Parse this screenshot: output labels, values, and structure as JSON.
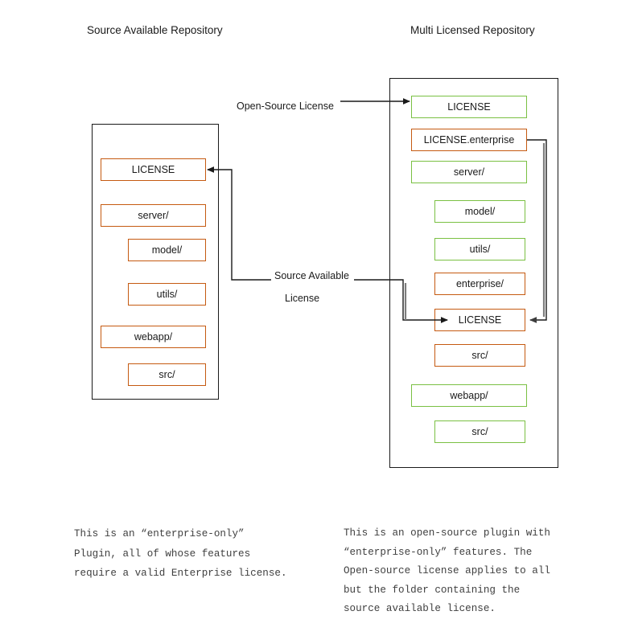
{
  "titles": {
    "left": "Source Available Repository",
    "right": "Multi Licensed Repository"
  },
  "colors": {
    "source_available": "#c55a11",
    "open_source": "#7ac043",
    "outline": "#1a1a1a",
    "text": "#1a1a1a",
    "caption": "#404040"
  },
  "left_repo": {
    "items": [
      {
        "label": "LICENSE",
        "color": "#c55a11",
        "indent": 0
      },
      {
        "label": "server/",
        "color": "#c55a11",
        "indent": 0
      },
      {
        "label": "model/",
        "color": "#c55a11",
        "indent": 1
      },
      {
        "label": "utils/",
        "color": "#c55a11",
        "indent": 1
      },
      {
        "label": "webapp/",
        "color": "#c55a11",
        "indent": 0
      },
      {
        "label": "src/",
        "color": "#c55a11",
        "indent": 1
      }
    ]
  },
  "right_repo": {
    "items": [
      {
        "label": "LICENSE",
        "color": "#7ac043",
        "indent": 0
      },
      {
        "label": "LICENSE.enterprise",
        "color": "#c55a11",
        "indent": 0
      },
      {
        "label": "server/",
        "color": "#7ac043",
        "indent": 0
      },
      {
        "label": "model/",
        "color": "#7ac043",
        "indent": 1
      },
      {
        "label": "utils/",
        "color": "#7ac043",
        "indent": 1
      },
      {
        "label": "enterprise/",
        "color": "#c55a11",
        "indent": 1
      },
      {
        "label": "LICENSE",
        "color": "#c55a11",
        "indent": 1
      },
      {
        "label": "src/",
        "color": "#c55a11",
        "indent": 1
      },
      {
        "label": "webapp/",
        "color": "#7ac043",
        "indent": 0
      },
      {
        "label": "src/",
        "color": "#7ac043",
        "indent": 1
      }
    ]
  },
  "labels": {
    "open_source_license": "Open-Source License",
    "source_available_line1": "Source Available",
    "source_available_line2": "License"
  },
  "captions": {
    "left": "This is an “enterprise-only”\nPlugin, all of whose features\nrequire a valid Enterprise license.",
    "right": "This is an open-source plugin with\n“enterprise-only” features. The\nOpen-source license applies to all\nbut the folder containing the\nsource available license."
  }
}
